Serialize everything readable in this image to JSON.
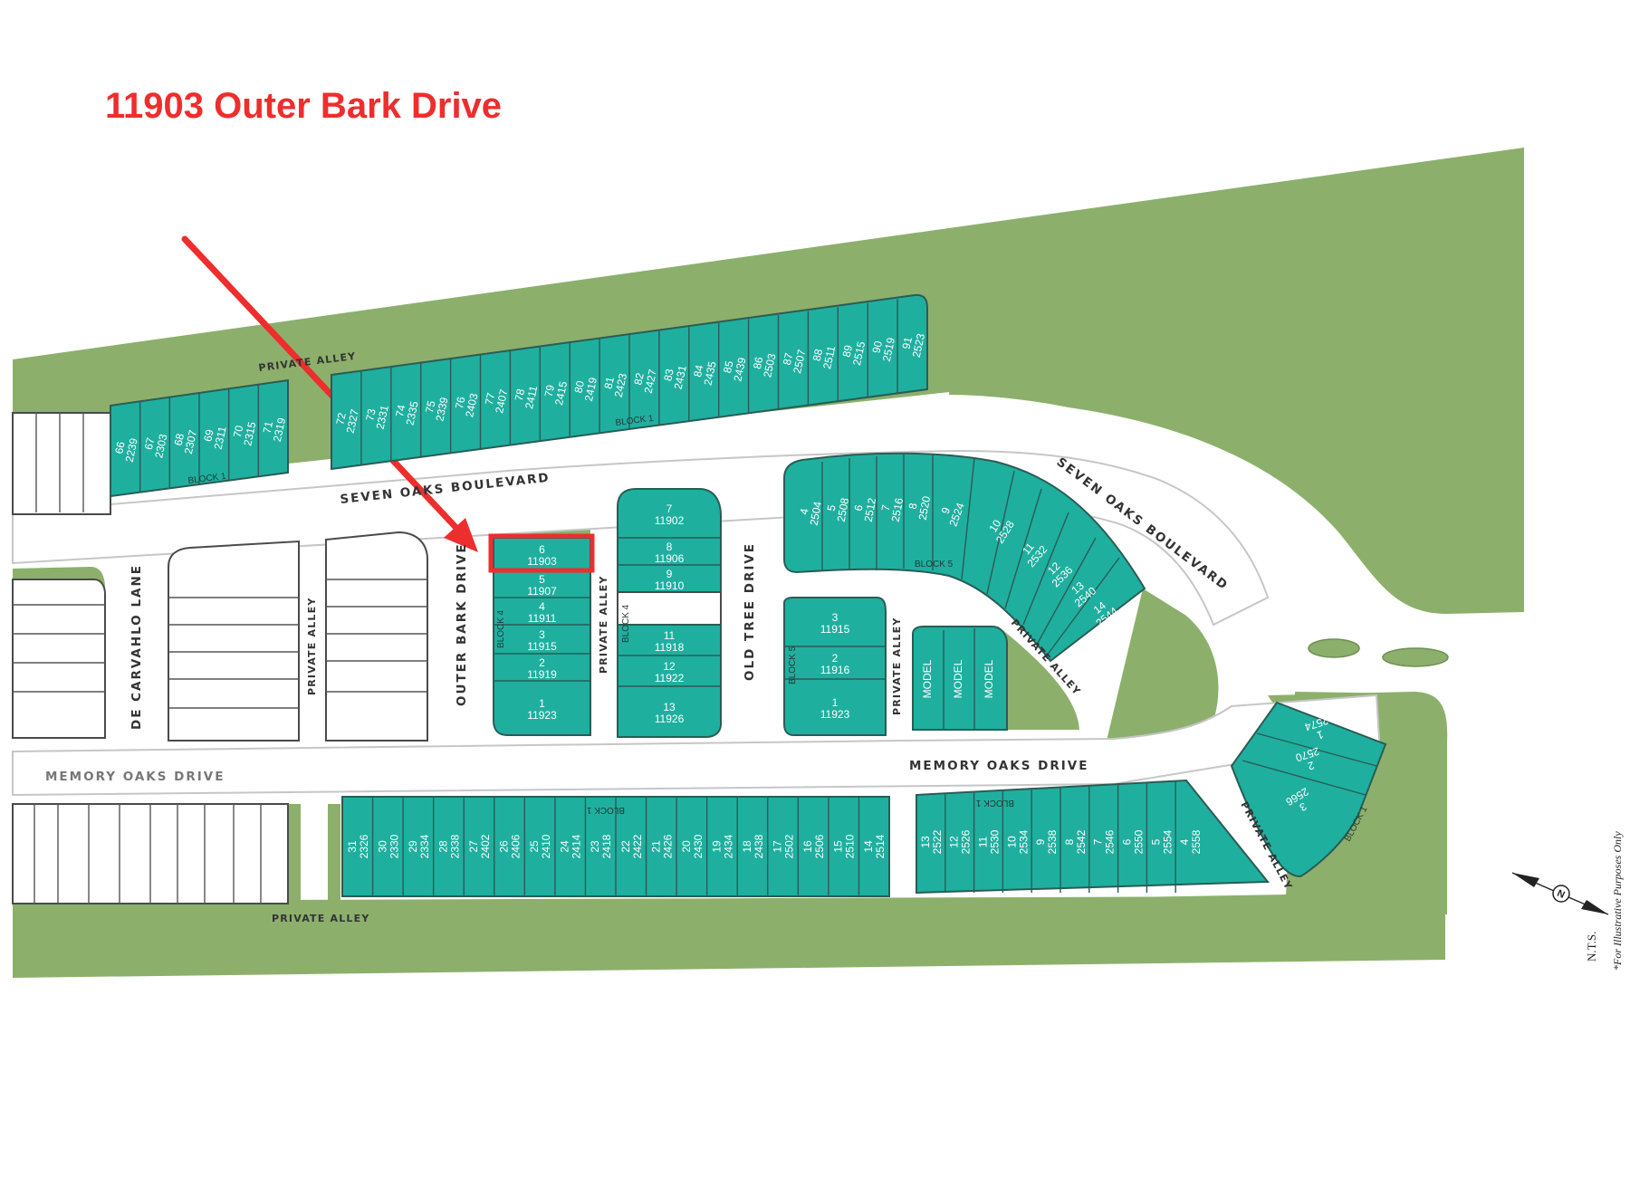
{
  "title": "11903 Outer Bark Drive",
  "colors": {
    "accent": "#ee2d2d",
    "lot": "#1faf9f",
    "greenspace": "#8cb06b"
  },
  "streets": {
    "seven_oaks_blvd_w": "SEVEN OAKS BOULEVARD",
    "seven_oaks_blvd_e": "SEVEN OAKS BOULEVARD",
    "memory_oaks_w": "MEMORY OAKS DRIVE",
    "memory_oaks_e": "MEMORY OAKS DRIVE",
    "de_carvahlo": "DE CARVAHLO LANE",
    "outer_bark": "OUTER BARK DRIVE",
    "old_tree": "OLD TREE DRIVE",
    "private_alley": "PRIVATE ALLEY"
  },
  "blocks": {
    "block1": "BLOCK 1",
    "block4": "BLOCK 4",
    "block5": "BLOCK 5",
    "model": "MODEL"
  },
  "lots": {
    "north_west": [
      {
        "n": "66",
        "a": "2239"
      },
      {
        "n": "67",
        "a": "2303"
      },
      {
        "n": "68",
        "a": "2307"
      },
      {
        "n": "69",
        "a": "2311"
      },
      {
        "n": "70",
        "a": "2315"
      },
      {
        "n": "71",
        "a": "2319"
      }
    ],
    "north_main": [
      {
        "n": "72",
        "a": "2327"
      },
      {
        "n": "73",
        "a": "2331"
      },
      {
        "n": "74",
        "a": "2335"
      },
      {
        "n": "75",
        "a": "2339"
      },
      {
        "n": "76",
        "a": "2403"
      },
      {
        "n": "77",
        "a": "2407"
      },
      {
        "n": "78",
        "a": "2411"
      },
      {
        "n": "79",
        "a": "2415"
      },
      {
        "n": "80",
        "a": "2419"
      },
      {
        "n": "81",
        "a": "2423"
      },
      {
        "n": "82",
        "a": "2427"
      },
      {
        "n": "83",
        "a": "2431"
      },
      {
        "n": "84",
        "a": "2435"
      },
      {
        "n": "85",
        "a": "2439"
      },
      {
        "n": "86",
        "a": "2503"
      },
      {
        "n": "87",
        "a": "2507"
      },
      {
        "n": "88",
        "a": "2511"
      },
      {
        "n": "89",
        "a": "2515"
      },
      {
        "n": "90",
        "a": "2519"
      },
      {
        "n": "91",
        "a": "2523"
      }
    ],
    "outer_bark": [
      {
        "n": "6",
        "a": "11903"
      },
      {
        "n": "5",
        "a": "11907"
      },
      {
        "n": "4",
        "a": "11911"
      },
      {
        "n": "3",
        "a": "11915"
      },
      {
        "n": "2",
        "a": "11919"
      },
      {
        "n": "1",
        "a": "11923"
      }
    ],
    "old_tree_west_top": [
      {
        "n": "7",
        "a": "11902"
      },
      {
        "n": "8",
        "a": "11906"
      },
      {
        "n": "9",
        "a": "11910"
      }
    ],
    "old_tree_west_bottom": [
      {
        "n": "11",
        "a": "11918"
      },
      {
        "n": "12",
        "a": "11922"
      },
      {
        "n": "13",
        "a": "11926"
      }
    ],
    "old_tree_east": [
      {
        "n": "3",
        "a": "11915"
      },
      {
        "n": "2",
        "a": "11916"
      },
      {
        "n": "1",
        "a": "11923"
      }
    ],
    "block5_curve": [
      {
        "n": "4",
        "a": "2504"
      },
      {
        "n": "5",
        "a": "2508"
      },
      {
        "n": "6",
        "a": "2512"
      },
      {
        "n": "7",
        "a": "2516"
      },
      {
        "n": "8",
        "a": "2520"
      },
      {
        "n": "9",
        "a": "2524"
      },
      {
        "n": "10",
        "a": "2528"
      },
      {
        "n": "11",
        "a": "2532"
      },
      {
        "n": "12",
        "a": "2536"
      },
      {
        "n": "13",
        "a": "2540"
      },
      {
        "n": "14",
        "a": "2544"
      }
    ],
    "south_main": [
      {
        "n": "31",
        "a": "2326"
      },
      {
        "n": "30",
        "a": "2330"
      },
      {
        "n": "29",
        "a": "2334"
      },
      {
        "n": "28",
        "a": "2338"
      },
      {
        "n": "27",
        "a": "2402"
      },
      {
        "n": "26",
        "a": "2406"
      },
      {
        "n": "25",
        "a": "2410"
      },
      {
        "n": "24",
        "a": "2414"
      },
      {
        "n": "23",
        "a": "2418"
      },
      {
        "n": "22",
        "a": "2422"
      },
      {
        "n": "21",
        "a": "2426"
      },
      {
        "n": "20",
        "a": "2430"
      },
      {
        "n": "19",
        "a": "2434"
      },
      {
        "n": "18",
        "a": "2438"
      },
      {
        "n": "17",
        "a": "2502"
      },
      {
        "n": "16",
        "a": "2506"
      },
      {
        "n": "15",
        "a": "2510"
      },
      {
        "n": "14",
        "a": "2514"
      }
    ],
    "south_east": [
      {
        "n": "13",
        "a": "2522"
      },
      {
        "n": "12",
        "a": "2526"
      },
      {
        "n": "11",
        "a": "2530"
      },
      {
        "n": "10",
        "a": "2534"
      },
      {
        "n": "9",
        "a": "2538"
      },
      {
        "n": "8",
        "a": "2542"
      },
      {
        "n": "7",
        "a": "2546"
      },
      {
        "n": "6",
        "a": "2550"
      },
      {
        "n": "5",
        "a": "2554"
      },
      {
        "n": "4",
        "a": "2558"
      }
    ],
    "far_east": [
      {
        "n": "1",
        "a": "2574"
      },
      {
        "n": "2",
        "a": "2570"
      },
      {
        "n": "3",
        "a": "2566"
      }
    ]
  },
  "compass": "N",
  "nts": "N.T.S.",
  "illustrative_note": "*For Illustrative Purposes Only"
}
